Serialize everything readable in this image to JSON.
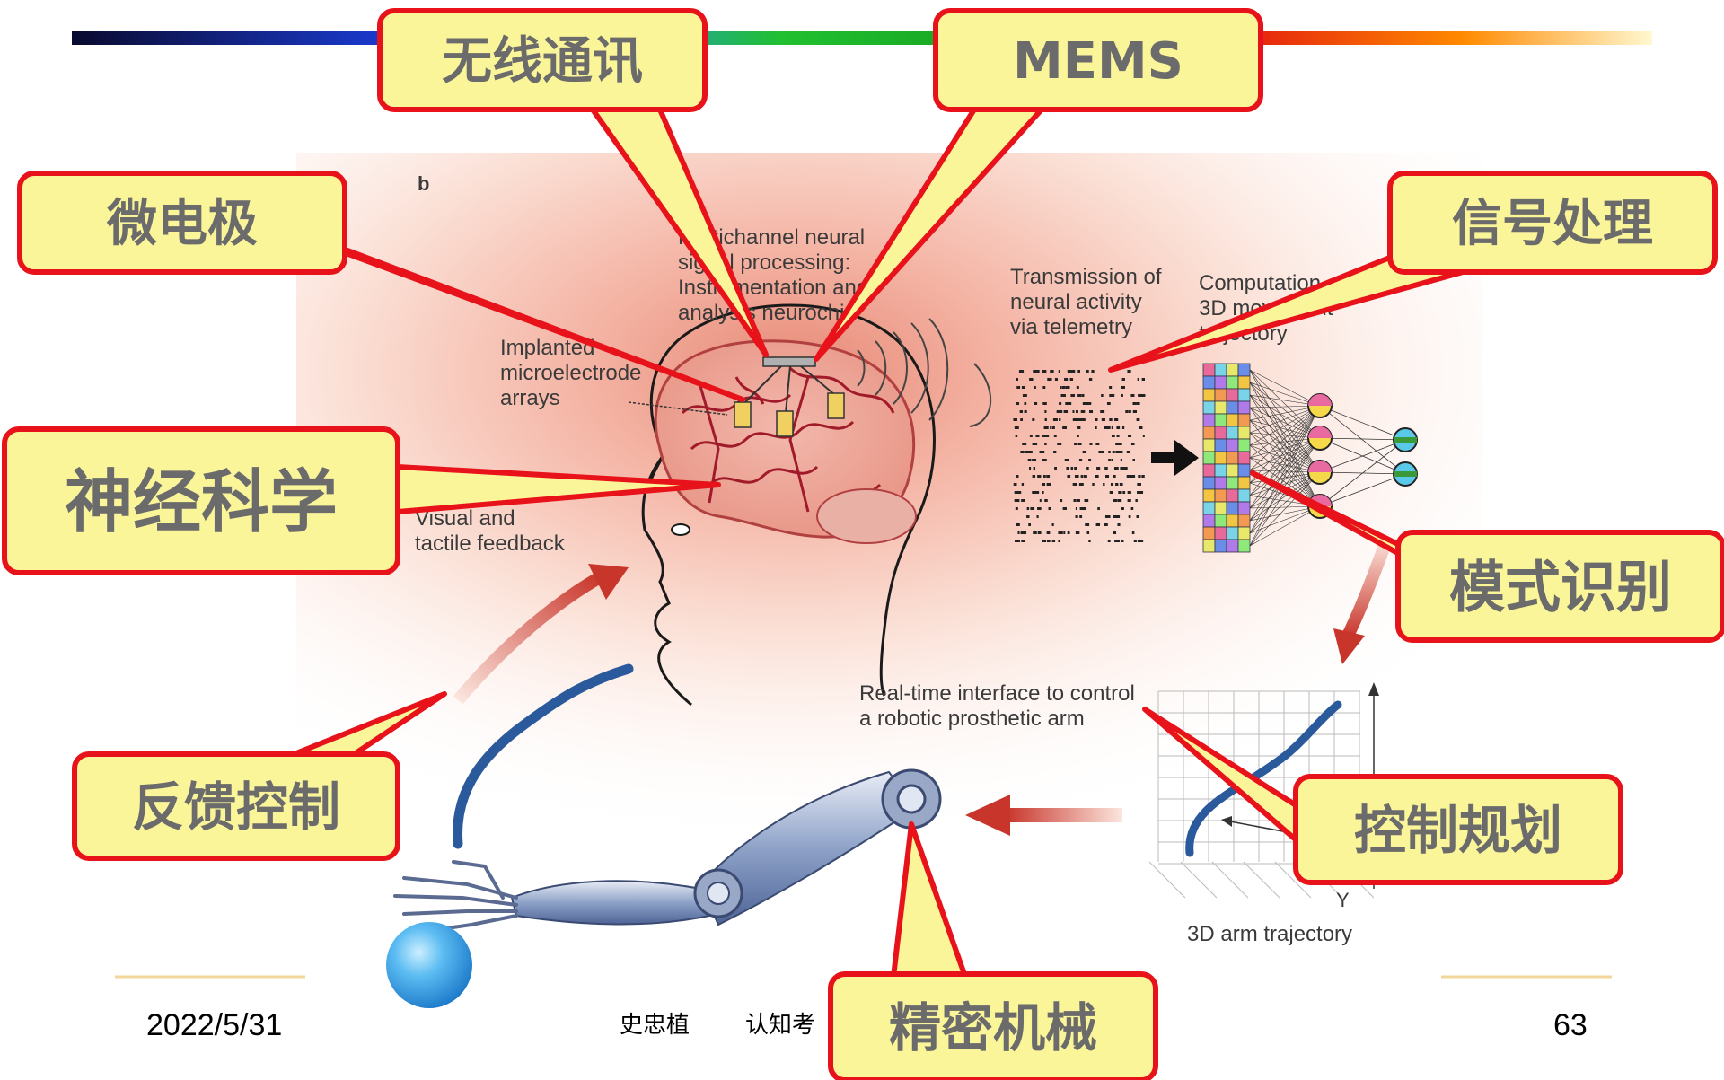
{
  "slide": {
    "header_gradient": [
      "#0a0a2e",
      "#1a3bd1",
      "#2a8cff",
      "#20c030",
      "#16a020",
      "#e01010",
      "#ff8a00",
      "#fff0a0"
    ]
  },
  "diagram": {
    "panel_label": "b",
    "processing_lines": [
      "Multichannel neural",
      "signal processing:",
      "Instrumentation and",
      "analysis neurochip"
    ],
    "implanted_lines": [
      "Implanted",
      "microelectrode",
      "arrays"
    ],
    "feedback_lines": [
      "Visual and",
      "tactile feedback"
    ],
    "transmission_lines": [
      "Transmission of",
      "neural activity",
      "via telemetry"
    ],
    "computation_lines": [
      "Computation of",
      "3D movement",
      "trajectory"
    ],
    "interface_lines": [
      "Real-time interface to control",
      "a robotic prosthetic arm"
    ],
    "trajectory_label": "3D arm trajectory",
    "axis_y_label": "Y",
    "colors": {
      "brain": "#d45050",
      "background_glow": "#f0a090",
      "arm": "#7a8fb8",
      "trajectory": "#2a5a9c"
    }
  },
  "callouts": {
    "wireless": "无线通讯",
    "mems": "MEMS",
    "microelectrode": "微电极",
    "signal_processing": "信号处理",
    "neuroscience": "神经科学",
    "pattern_recognition": "模式识别",
    "feedback_control": "反馈控制",
    "control_planning": "控制规划",
    "precision_machinery": "精密机械",
    "fill": "#fbf59a",
    "border": "#e8131a"
  },
  "footer": {
    "date": "2022/5/31",
    "author": "史忠植",
    "course": "认知考",
    "page_number": "63"
  }
}
